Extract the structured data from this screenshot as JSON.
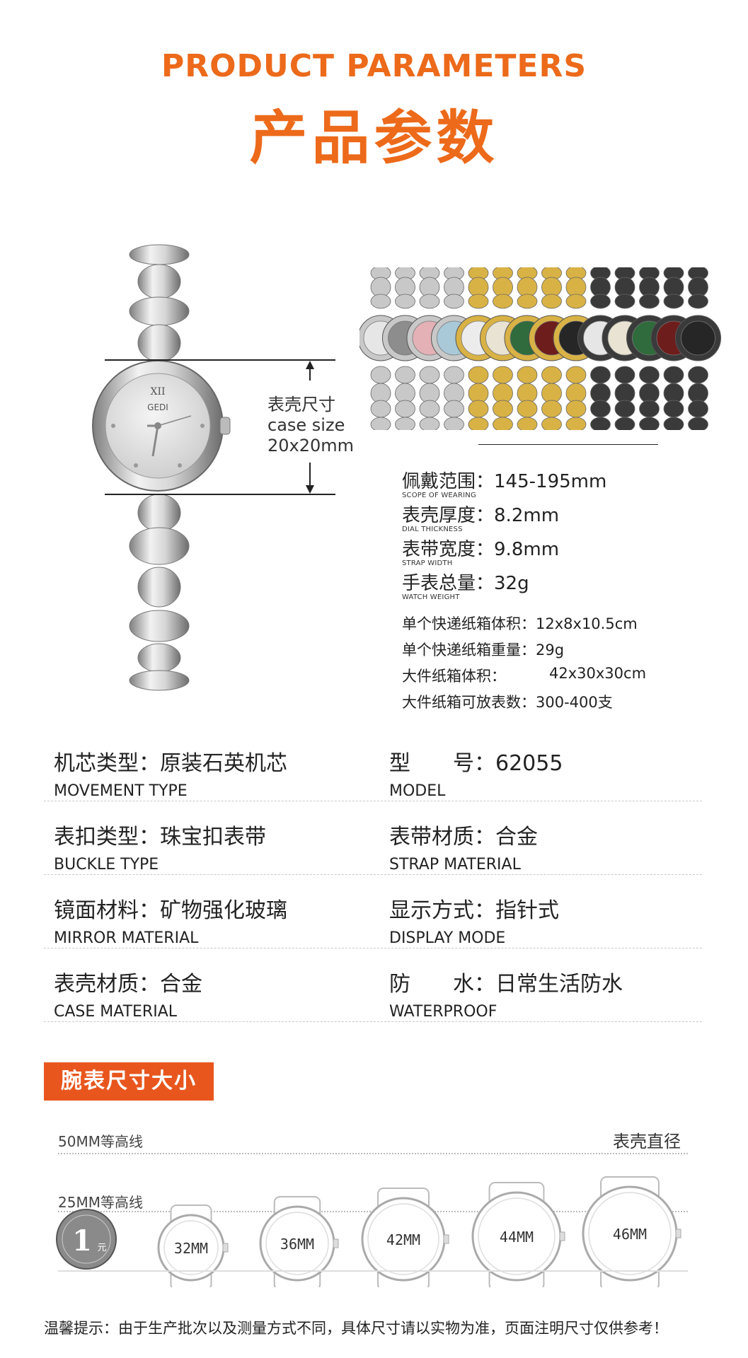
{
  "header": {
    "title_en": "PRODUCT PARAMETERS",
    "title_cn": "产品参数"
  },
  "case": {
    "cn": "表壳尺寸",
    "en": "case size",
    "size": "20x20mm"
  },
  "specs": [
    {
      "cn": "佩戴范围：",
      "value": "145-195mm",
      "en": "SCOPE OF WEARING"
    },
    {
      "cn": "表壳厚度：",
      "value": "8.2mm",
      "en": "DIAL THICKNESS"
    },
    {
      "cn": "表带宽度：",
      "value": "9.8mm",
      "en": "STRAP WIDTH"
    },
    {
      "cn": "手表总量：",
      "value": "32g",
      "en": "WATCH WEIGHT"
    }
  ],
  "packaging": [
    {
      "label": "单个快递纸箱体积：",
      "value": "12x8x10.5cm"
    },
    {
      "label": "单个快递纸箱重量：",
      "value": "29g"
    },
    {
      "label": "大件纸箱体积：",
      "value": "42x30x30cm"
    },
    {
      "label": "大件纸箱可放表数：",
      "value": "300-400支"
    }
  ],
  "params": [
    {
      "cn": "机芯类型：原装石英机芯",
      "en": "MOVEMENT TYPE"
    },
    {
      "cn": "型　　号：62055",
      "en": "MODEL"
    },
    {
      "cn": "表扣类型：珠宝扣表带",
      "en": "BUCKLE TYPE"
    },
    {
      "cn": "表带材质：合金",
      "en": "STRAP MATERIAL"
    },
    {
      "cn": "镜面材料：矿物强化玻璃",
      "en": "MIRROR MATERIAL"
    },
    {
      "cn": "显示方式：指针式",
      "en": "DISPLAY MODE"
    },
    {
      "cn": "表壳材质：合金",
      "en": "CASE MATERIAL"
    },
    {
      "cn": "防　　水：日常生活防水",
      "en": "WATERPROOF"
    }
  ],
  "size_section": {
    "tag": "腕表尺寸大小",
    "line50": "50MM等高线",
    "line25": "25MM等高线",
    "diameter": "表壳直径",
    "sizes": [
      "32MM",
      "36MM",
      "42MM",
      "44MM",
      "46MM"
    ],
    "coin_value": "1",
    "coin_unit": "元"
  },
  "watch_brand": "GEDI",
  "colors": {
    "accent": "#ec6a1a",
    "tag": "#e8561e"
  },
  "footnote": "温馨提示：由于生产批次以及测量方式不同，具体尺寸请以实物为准，页面注明尺寸仅供参考！"
}
